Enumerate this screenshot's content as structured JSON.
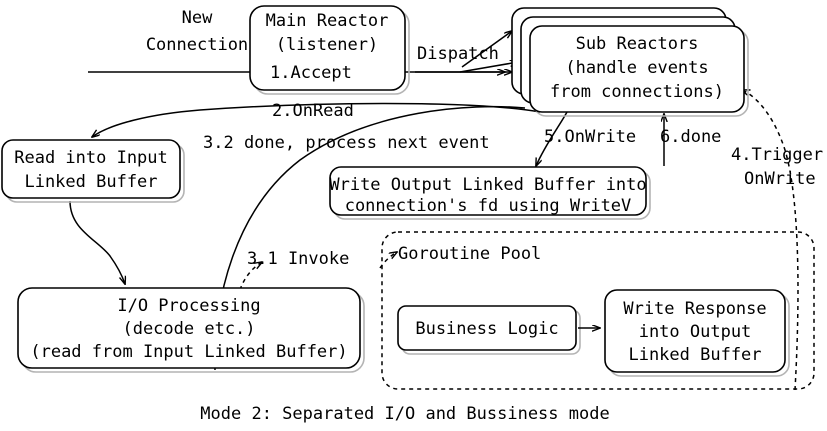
{
  "diagram": {
    "caption": "Mode 2: Separated I/O and Bussiness mode",
    "nodes": {
      "main_reactor": {
        "line1": "Main Reactor",
        "line2": "(listener)"
      },
      "sub_reactors": {
        "line1": "Sub Reactors",
        "line2": "(handle events",
        "line3": "from connections)"
      },
      "read_input": {
        "line1": "Read into Input",
        "line2": "Linked Buffer"
      },
      "write_output": {
        "line1": "Write Output Linked Buffer into",
        "line2": "connection's fd using WriteV"
      },
      "io_processing": {
        "line1": "I/O Processing",
        "line2": "(decode etc.)",
        "line3": "(read from Input Linked Buffer)"
      },
      "goroutine_pool": {
        "title": "Goroutine Pool"
      },
      "business_logic": {
        "line1": "Business Logic"
      },
      "write_response": {
        "line1": "Write Response",
        "line2": "into Output",
        "line3": "Linked Buffer"
      }
    },
    "edges": {
      "new_connection": {
        "line1": "New",
        "line2": "Connection"
      },
      "accept": {
        "label": "1.Accept"
      },
      "dispatch": {
        "label": "Dispatch"
      },
      "on_read": {
        "label": "2.OnRead"
      },
      "invoke": {
        "label": "3.1 Invoke"
      },
      "done_next": {
        "label": "3.2 done, process next event"
      },
      "trigger_onwrite": {
        "line1": "4.Trigger",
        "line2": "OnWrite"
      },
      "on_write": {
        "label": "5.OnWrite"
      },
      "done": {
        "label": "6.done"
      }
    },
    "colors": {
      "stroke": "#000000",
      "fill": "#ffffff",
      "shadow": "#b4b4b4"
    }
  }
}
